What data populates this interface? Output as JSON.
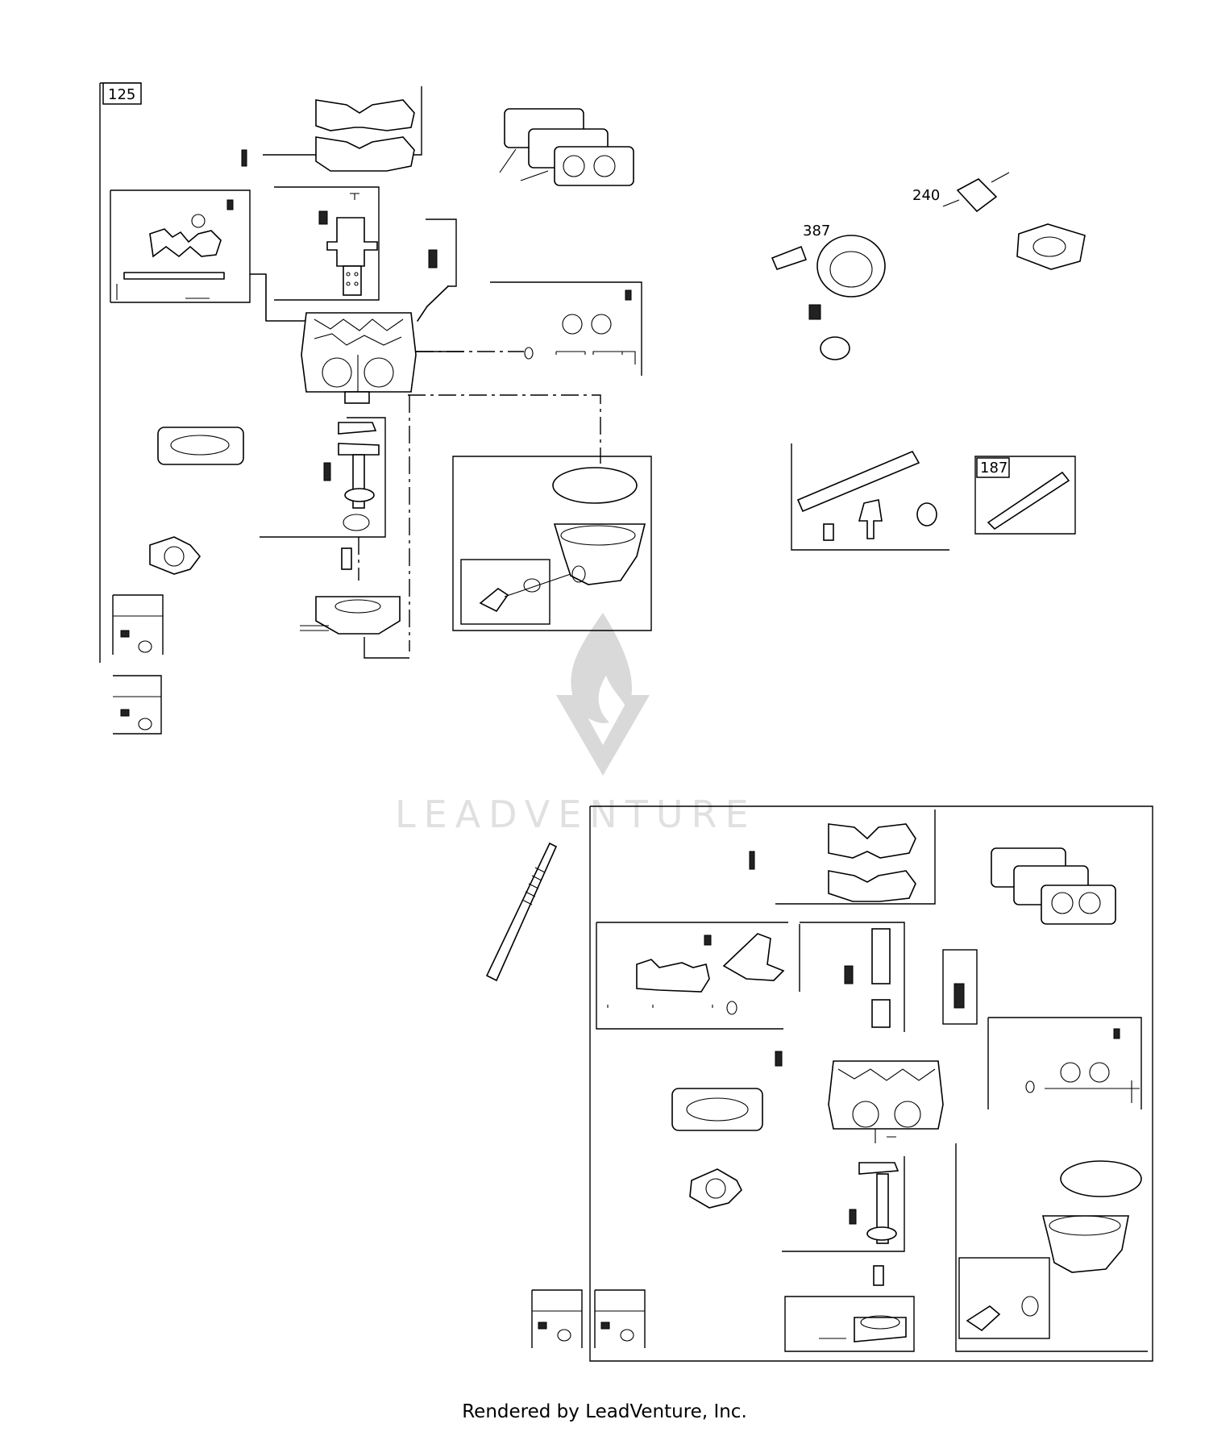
{
  "callouts": {
    "c125": "125",
    "c240": "240",
    "c387": "387",
    "c187": "187"
  },
  "watermark": {
    "text": "LEADVENTURE"
  },
  "footer": {
    "text": "Rendered by LeadVenture, Inc."
  },
  "colors": {
    "line": "#000000",
    "watermark": "#d9d9d9",
    "background": "#ffffff"
  }
}
